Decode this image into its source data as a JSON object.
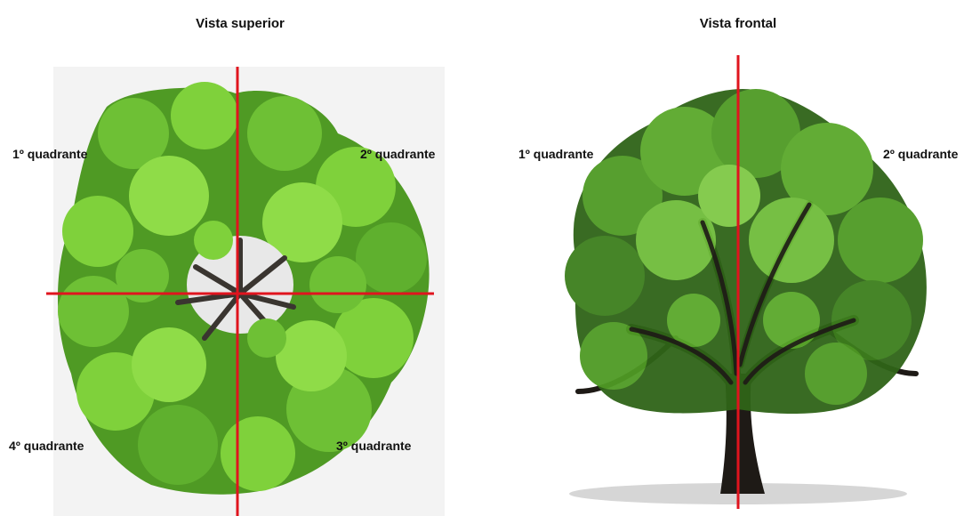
{
  "top_view": {
    "title": "Vista superior",
    "quadrants": [
      "1º quadrante",
      "2º quadrante",
      "3º quadrante",
      "4º quadrante"
    ]
  },
  "front_view": {
    "title": "Vista frontal",
    "quadrants": [
      "1º quadrante",
      "2º quadrante"
    ]
  },
  "colors": {
    "divider": "#e0141e",
    "foliage_light": "#7fd13b",
    "foliage_mid": "#4f9a24",
    "foliage_dark": "#2f6418",
    "trunk": "#1e1a16"
  }
}
